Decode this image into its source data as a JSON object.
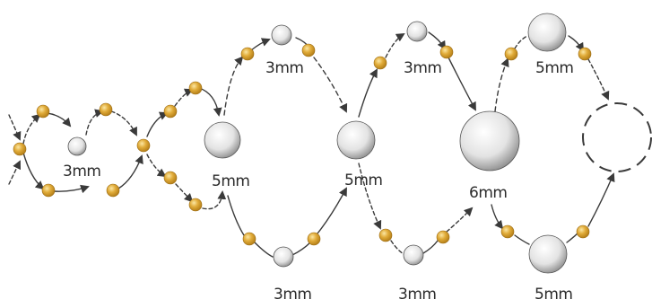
{
  "title": "",
  "colors": {
    "gold_bead": "#e1ac3a",
    "gold_bead_highlight": "#fbe7a4",
    "gold_bead_shadow": "#b07a14",
    "pearl": "#ededed",
    "pearl_shadow": "#4a4a4a",
    "thread": "#3a3a3a"
  },
  "labels": {
    "l1": "3mm",
    "l2": "5mm",
    "l3": "3mm",
    "l4": "5mm",
    "l5": "3mm",
    "l6": "3mm",
    "l7": "6mm",
    "l8": "5mm",
    "l9": "3mm",
    "l10": "5mm"
  }
}
